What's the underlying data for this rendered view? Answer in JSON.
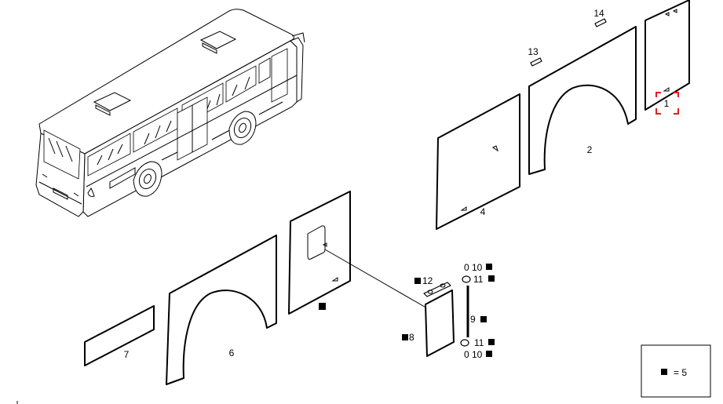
{
  "callouts": {
    "c1": "1",
    "c2": "2",
    "c4": "4",
    "c6": "6",
    "c7": "7",
    "c8": "8",
    "c9": "9",
    "c10a": "0 10",
    "c10b": "0 10",
    "c11a": "11",
    "c11b": "11",
    "c12": "12",
    "c13": "13",
    "c14": "14"
  },
  "legend": {
    "equals": "=  5"
  },
  "colors": {
    "highlight": "#e0201b",
    "marker": "#000000"
  }
}
